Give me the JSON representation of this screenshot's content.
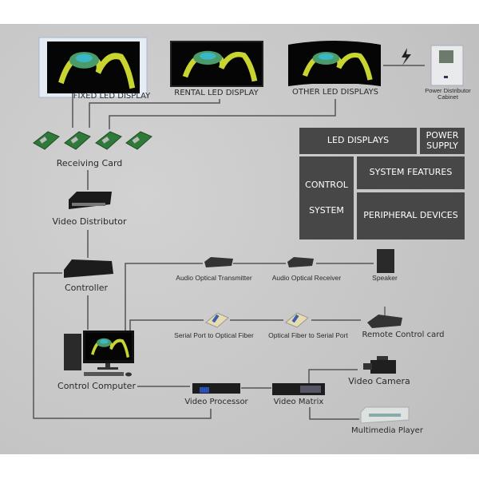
{
  "displays": {
    "fixed": "FIXED LED DISPLAY",
    "rental": "RENTAL LED DISPLAY",
    "other": "OTHER LED DISPLAYS"
  },
  "power_cabinet": {
    "line1": "Power Distributor",
    "line2": "Cabinet"
  },
  "devices": {
    "receiving_card": "Receiving Card",
    "video_distributor": "Video Distributor",
    "controller": "Controller",
    "control_computer": "Control Computer",
    "audio_tx": "Audio Optical Transmitter",
    "audio_rx": "Audio Optical Receiver",
    "speaker": "Speaker",
    "serial_to_fiber": "Serial Port to Optical Fiber",
    "fiber_to_serial": "Optical Fiber to Serial Port",
    "remote_card": "Remote Control card",
    "video_processor": "Video Processor",
    "video_matrix": "Video Matrix",
    "video_camera": "Video Camera",
    "multimedia_player": "Multimedia Player"
  },
  "legend_table": {
    "led_displays": "LED DISPLAYS",
    "power_supply": "POWER SUPPLY",
    "control": "CONTROL",
    "system": "SYSTEM",
    "system_features": "SYSTEM FEATURES",
    "peripheral_devices": "PERIPHERAL DEVICES"
  },
  "colors": {
    "background": "#c8c8c8",
    "table_cell": "#474747",
    "line": "#555555"
  }
}
